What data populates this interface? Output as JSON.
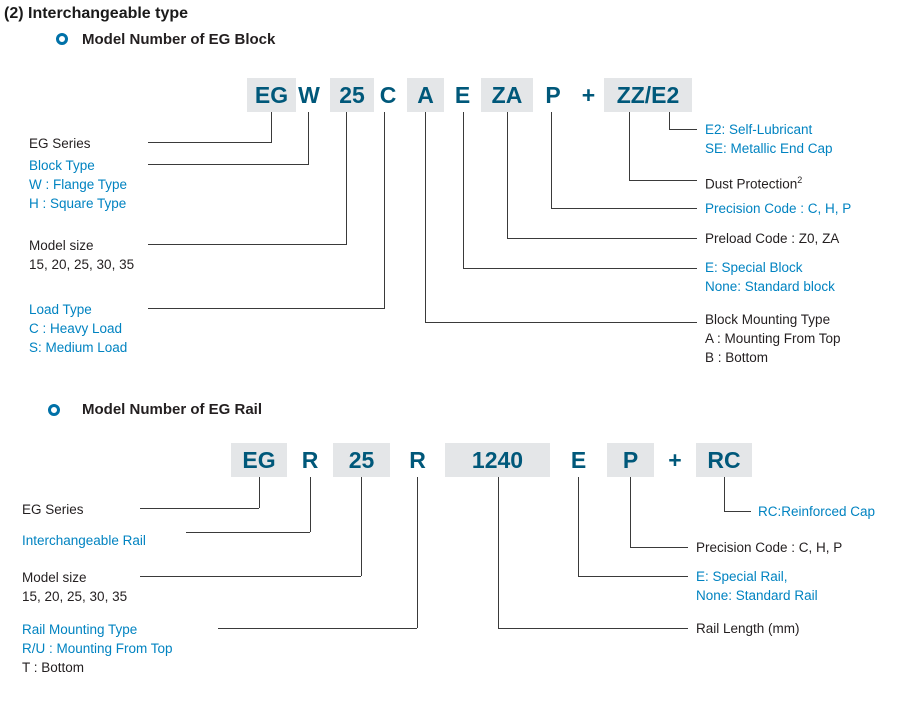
{
  "section": {
    "title": "(2) Interchangeable type"
  },
  "block": {
    "subtitle": "Model Number of EG Block",
    "code": [
      "EG",
      "W",
      "25",
      "C",
      "A",
      "E",
      "ZA",
      "P",
      "+",
      "ZZ/E2"
    ],
    "labels": {
      "eg_series": "EG Series",
      "block_type_title": "Block Type",
      "block_type_l1": "W : Flange Type",
      "block_type_l2": "H : Square Type",
      "model_size_title": "Model size",
      "model_size_l1": "15, 20, 25, 30, 35",
      "load_type_title": "Load Type",
      "load_type_l1": "C : Heavy Load",
      "load_type_l2": "S: Medium Load",
      "end_cap_l1": "E2: Self-Lubricant",
      "end_cap_l2": "SE: Metallic End Cap",
      "dust_protection": "Dust Protection",
      "dust_protection_sup": "2",
      "precision_code": "Precision Code : C, H, P",
      "preload_code": "Preload Code : Z0, ZA",
      "special_block_l1": "E: Special Block",
      "special_block_l2": "None: Standard block",
      "mounting_title": "Block Mounting Type",
      "mounting_l1": "A : Mounting From Top",
      "mounting_l2": "B : Bottom"
    }
  },
  "rail": {
    "subtitle": "Model Number of EG Rail",
    "code": [
      "EG",
      "R",
      "25",
      "R",
      "1240",
      "E",
      "P",
      "+",
      "RC"
    ],
    "labels": {
      "eg_series": "EG Series",
      "interchangeable_rail": "Interchangeable Rail",
      "model_size_title": "Model size",
      "model_size_l1": "15, 20, 25, 30, 35",
      "rail_mounting_title": "Rail Mounting Type",
      "rail_mounting_l1": "R/U : Mounting From Top",
      "rail_mounting_l2": "T : Bottom",
      "reinforced_cap": "RC:Reinforced Cap",
      "precision_code": "Precision Code : C, H, P",
      "special_rail_l1": "E: Special Rail,",
      "special_rail_l2": "None: Standard Rail",
      "rail_length": "Rail Length (mm)"
    }
  },
  "colors": {
    "accent": "#0083c1",
    "code_text": "#00587a",
    "code_bg": "#e4e6e8",
    "line": "#3a3a3a",
    "bullet": "#0071a8"
  }
}
